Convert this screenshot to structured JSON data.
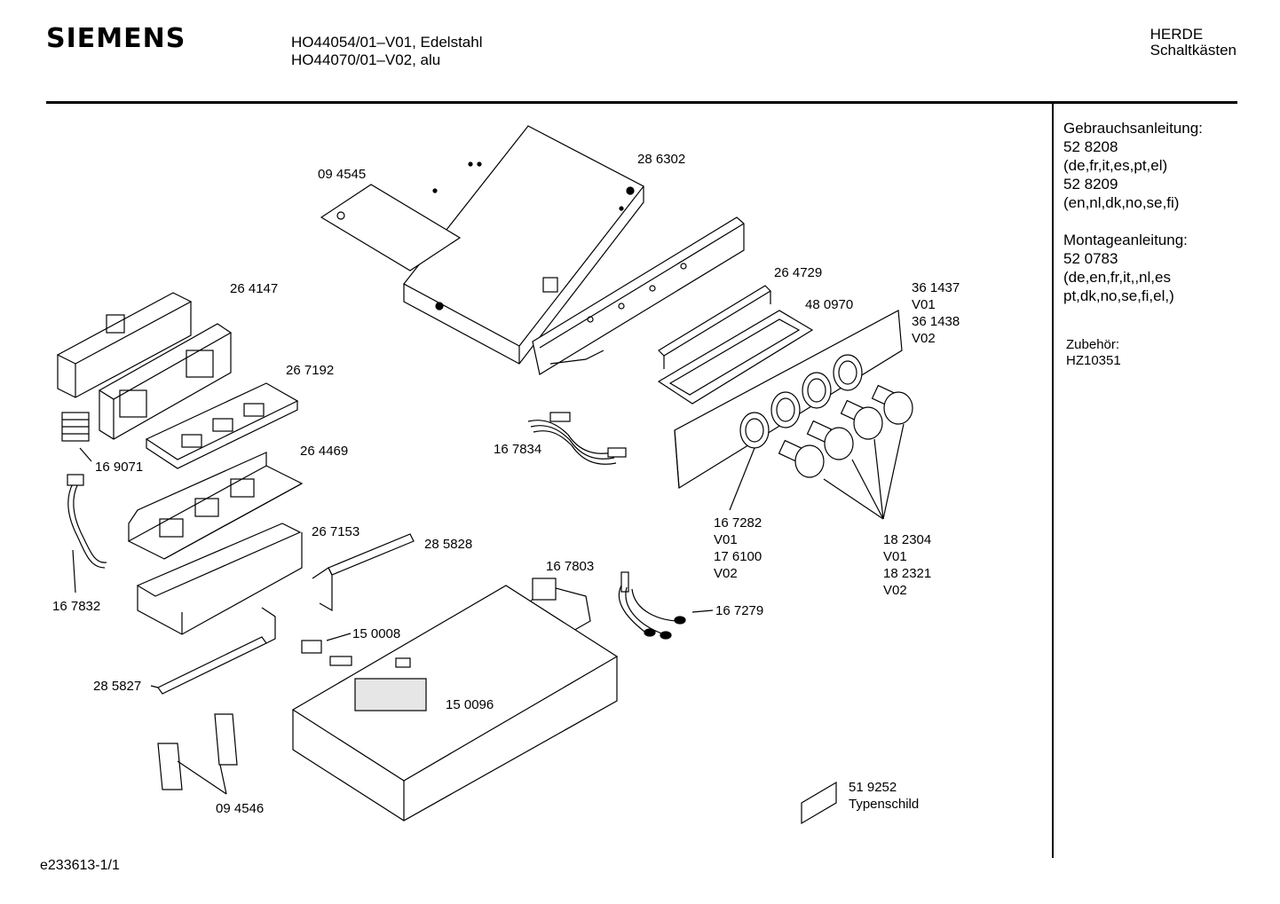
{
  "header": {
    "brand": "SIEMENS",
    "model_line_1": "HO44054/01–V01, Edelstahl",
    "model_line_2": "HO44070/01–V02, alu",
    "category_line_1": "HERDE",
    "category_line_2": "Schaltkästen"
  },
  "sidebar": {
    "usage_title": "Gebrauchsanleitung:",
    "usage_no_1": "52 8208",
    "usage_lang_1": "(de,fr,it,es,pt,el)",
    "usage_no_2": "52 8209",
    "usage_lang_2": "(en,nl,dk,no,se,fi)",
    "mount_title": "Montageanleitung:",
    "mount_no": "52 0783",
    "mount_lang_1": "(de,en,fr,it,,nl,es",
    "mount_lang_2": "pt,dk,no,se,fi,el,)",
    "accessory_title": "Zubehör:",
    "accessory_no": "HZ10351"
  },
  "parts": {
    "p094545": "09 4545",
    "p286302": "28 6302",
    "p264147": "26 4147",
    "p264729": "26 4729",
    "p480970": "48 0970",
    "p361437": "36 1437",
    "v01_a": "V01",
    "p361438": "36 1438",
    "v02_a": "V02",
    "p267192": "26 7192",
    "p264469": "26 4469",
    "p169071": "16 9071",
    "p167834": "16 7834",
    "p167282": "16 7282",
    "v01_b": "V01",
    "p176100": "17 6100",
    "v02_b": "V02",
    "p182304": "18 2304",
    "v01_c": "V01",
    "p182321": "18 2321",
    "v02_c": "V02",
    "p267153": "26 7153",
    "p285828": "28 5828",
    "p167803": "16 7803",
    "p167279": "16 7279",
    "p167832": "16 7832",
    "p150008": "15 0008",
    "p285827": "28 5827",
    "p150096": "15 0096",
    "p094546": "09 4546",
    "p519252": "51 9252",
    "typenschild": "Typenschild"
  },
  "footer": {
    "doc_id": "e233613-1/1"
  }
}
